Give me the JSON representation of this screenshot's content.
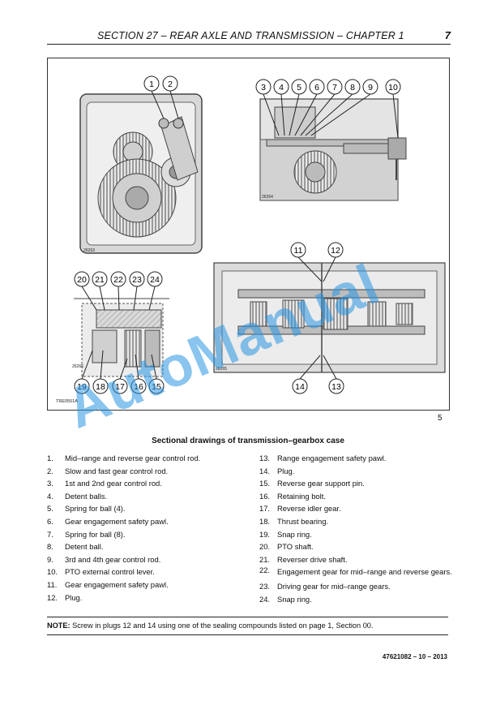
{
  "header": {
    "title": "SECTION 27 – REAR AXLE AND TRANSMISSION  – CHAPTER 1",
    "page_number": "7"
  },
  "figure": {
    "view_ids": [
      "26263",
      "26264",
      "26266",
      "26265"
    ],
    "figure_code": "TRE0551A",
    "figure_number": "5",
    "callouts_top_left": [
      "1",
      "2"
    ],
    "callouts_top_right": [
      "3",
      "4",
      "5",
      "6",
      "7",
      "8",
      "9",
      "10"
    ],
    "callouts_bottom_left_top": [
      "20",
      "21",
      "22",
      "23",
      "24"
    ],
    "callouts_bottom_left_bottom": [
      "19",
      "18",
      "17",
      "16",
      "15"
    ],
    "callouts_bottom_right_top": [
      "11",
      "12"
    ],
    "callouts_bottom_right_bottom": [
      "14",
      "13"
    ]
  },
  "caption": "Sectional drawings of transmission–gearbox case",
  "legend_left": [
    {
      "num": "1.",
      "text": "Mid–range and reverse gear control rod."
    },
    {
      "num": "2.",
      "text": "Slow and fast gear control rod."
    },
    {
      "num": "3.",
      "text": "1st and 2nd gear control rod."
    },
    {
      "num": "4.",
      "text": "Detent balls."
    },
    {
      "num": "5.",
      "text": "Spring for ball (4)."
    },
    {
      "num": "6.",
      "text": "Gear engagement safety pawl."
    },
    {
      "num": "7.",
      "text": "Spring for ball (8)."
    },
    {
      "num": "8.",
      "text": "Detent ball."
    },
    {
      "num": "9.",
      "text": "3rd and 4th gear control rod."
    },
    {
      "num": "10.",
      "text": "PTO external control lever."
    },
    {
      "num": "11.",
      "text": "Gear engagement safety pawl."
    },
    {
      "num": "12.",
      "text": "Plug."
    }
  ],
  "legend_right": [
    {
      "num": "13.",
      "text": "Range engagement safety pawl."
    },
    {
      "num": "14.",
      "text": "Plug."
    },
    {
      "num": "15.",
      "text": "Reverse gear support pin."
    },
    {
      "num": "16.",
      "text": "Retaining bolt."
    },
    {
      "num": "17.",
      "text": "Reverse idler gear."
    },
    {
      "num": "18.",
      "text": "Thrust bearing."
    },
    {
      "num": "19.",
      "text": "Snap ring."
    },
    {
      "num": "20.",
      "text": "PTO shaft."
    },
    {
      "num": "21.",
      "text": "Reverser drive shaft."
    },
    {
      "num": "22.",
      "text": "Engagement gear for mid–range and reverse gears."
    },
    {
      "num": "23.",
      "text": "Driving gear for mid–range gears."
    },
    {
      "num": "24.",
      "text": "Snap ring."
    }
  ],
  "note": {
    "label": "NOTE:",
    "text": " Screw in plugs 12 and 14 using one of the sealing compounds listed on page 1, Section 00."
  },
  "footer": "47621082 – 10 – 2013",
  "watermark": "AutoManual"
}
